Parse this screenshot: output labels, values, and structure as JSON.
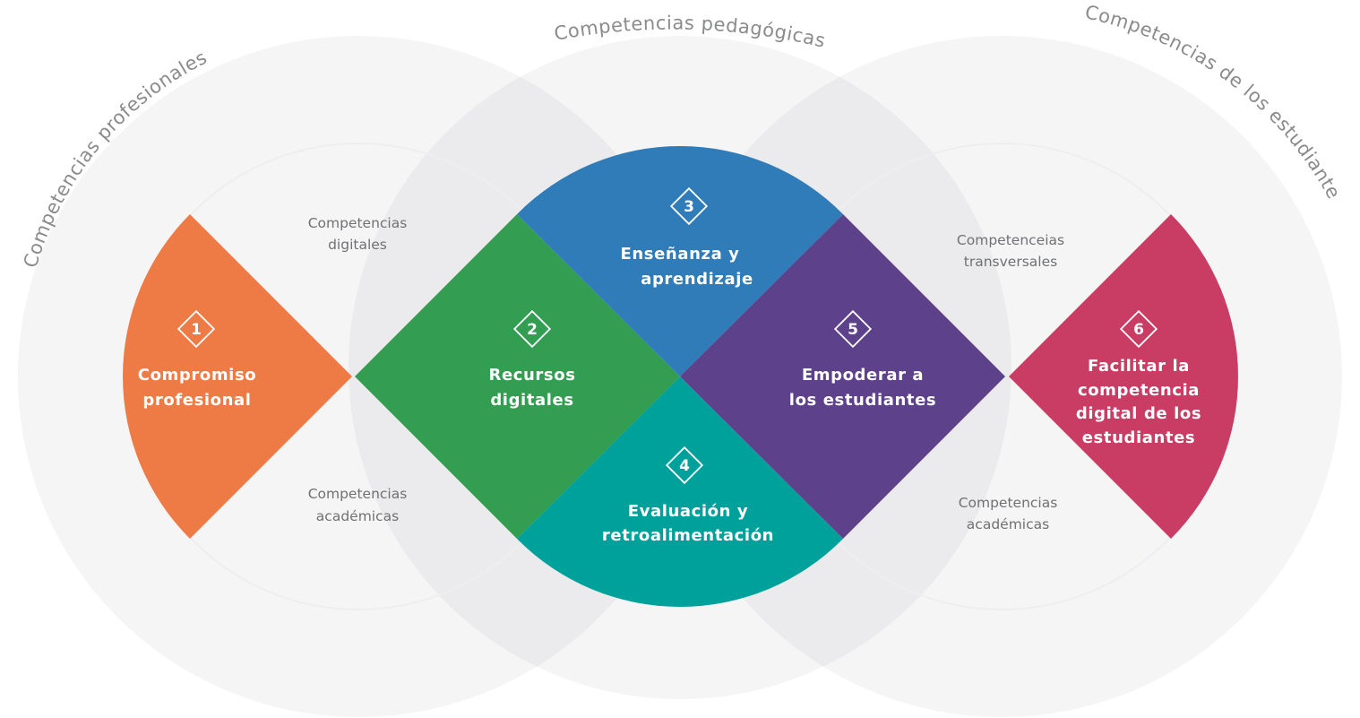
{
  "circles": {
    "professional_label": "Competencias profesionales",
    "pedagogical_label": "Competencias pedagógicas",
    "students_label": "Competencias de los estudiantes"
  },
  "side_labels": {
    "digital": [
      "Competencias",
      "digitales"
    ],
    "academic_left": [
      "Competencias",
      "académicas"
    ],
    "transversal": [
      "Competenceias",
      "transversales"
    ],
    "academic_right": [
      "Competencias",
      "académicas"
    ]
  },
  "areas": [
    {
      "number": "1",
      "title": [
        "Compromiso",
        "profesional"
      ],
      "color": "#ee7b45"
    },
    {
      "number": "2",
      "title": [
        "Recursos",
        "digitales"
      ],
      "color": "#339d52"
    },
    {
      "number": "3",
      "title": [
        "Enseñanza y",
        "aprendizaje"
      ],
      "color": "#2f7cb8"
    },
    {
      "number": "4",
      "title": [
        "Evaluación y",
        "retroalimentación"
      ],
      "color": "#00a19b"
    },
    {
      "number": "5",
      "title": [
        "Empoderar a",
        "los estudiantes"
      ],
      "color": "#5e418b"
    },
    {
      "number": "6",
      "title": [
        "Facilitar la",
        "competencia",
        "digital de los",
        "estudiantes"
      ],
      "color": "#c93c63"
    }
  ],
  "colors": {
    "background_circle": "#ececee",
    "inner_circle": "#f2f2f3",
    "overlap": "#e3e3e5",
    "label_gray": "#8a8b8d"
  }
}
